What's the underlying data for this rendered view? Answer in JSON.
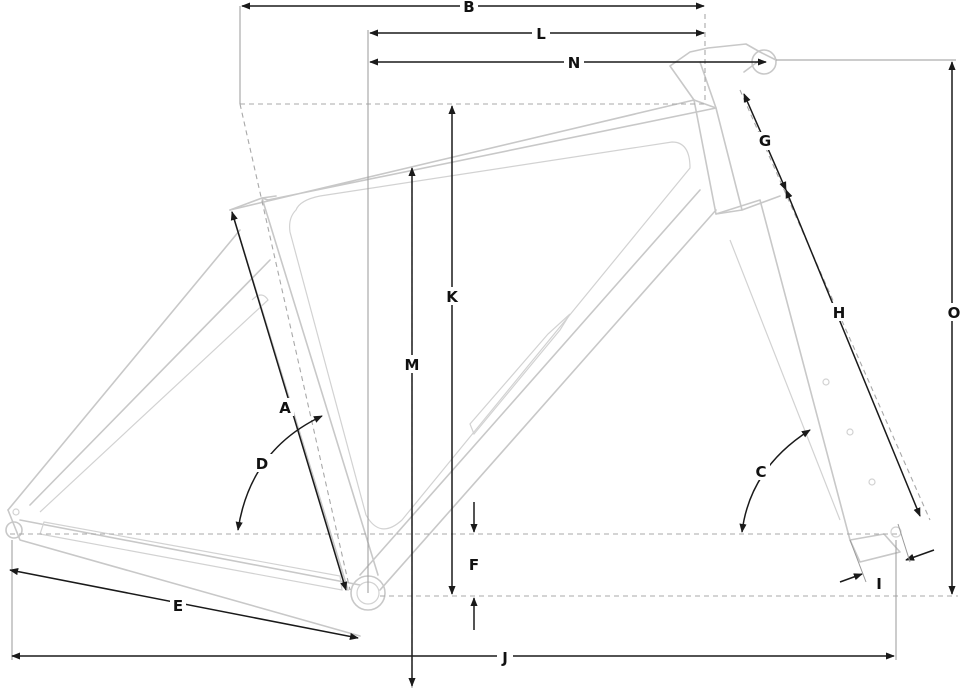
{
  "labels": {
    "A": "A",
    "B": "B",
    "C": "C",
    "D": "D",
    "E": "E",
    "F": "F",
    "G": "G",
    "H": "H",
    "I": "I",
    "J": "J",
    "K": "K",
    "L": "L",
    "M": "M",
    "N": "N",
    "O": "O"
  }
}
